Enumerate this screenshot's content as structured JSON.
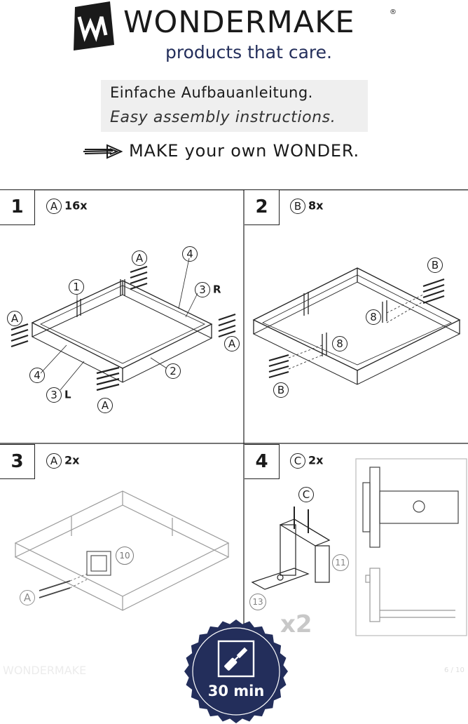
{
  "header": {
    "brand": "WONDERMAKE",
    "registered_mark": "®",
    "tagline": "products that care.",
    "logo_icon": "wm-logo-icon",
    "title_de": "Einfache Aufbauanleitung.",
    "title_en": "Easy assembly instructions.",
    "arrow_icon": "sketch-arrow-icon",
    "slogan": "MAKE your own WONDER."
  },
  "steps": [
    {
      "number": "1",
      "part": "A",
      "quantity": "16x",
      "callouts": [
        "A",
        "A",
        "A",
        "A",
        "1",
        "4",
        "3",
        "R",
        "4",
        "3",
        "L",
        "2"
      ]
    },
    {
      "number": "2",
      "part": "B",
      "quantity": "8x",
      "callouts": [
        "B",
        "B",
        "8",
        "8"
      ]
    },
    {
      "number": "3",
      "part": "A",
      "quantity": "2x",
      "callouts": [
        "A",
        "10"
      ]
    },
    {
      "number": "4",
      "part": "C",
      "quantity": "2x",
      "callouts": [
        "C",
        "11",
        "13"
      ],
      "multiplier": "x2"
    }
  ],
  "footer": {
    "watermark": "WONDERMAKE",
    "page_number": "6 / 10",
    "duration": "30 min",
    "badge_icon": "screwdriver-icon",
    "badge_color": "#232e5b"
  }
}
